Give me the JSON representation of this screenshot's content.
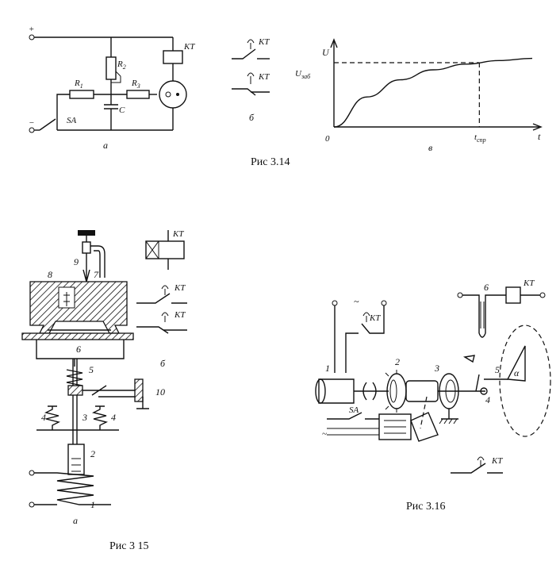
{
  "fig314": {
    "caption": "Рис 3.14",
    "plus": "+",
    "minus": "−",
    "kt": "KT",
    "r1": "R",
    "r1sub": "1",
    "r2": "R",
    "r2sub": "2",
    "r3": "R",
    "r3sub": "3",
    "c": "C",
    "sa": "SA",
    "sub_a": "а",
    "sub_b": "б",
    "sub_v": "в",
    "kt_contact1": "KT",
    "kt_contact2": "KT"
  },
  "chart_data": {
    "type": "line",
    "title": "",
    "xlabel": "t",
    "ylabel": "U",
    "y_threshold_label": "U",
    "y_threshold_sub": "заб",
    "x_marker_label": "t",
    "x_marker_sub": "спр",
    "origin_label": "0",
    "series": [
      {
        "values": [
          0,
          0.42,
          0.66,
          0.8,
          0.88,
          0.93,
          0.96
        ]
      }
    ],
    "x": [
      0,
      1,
      2,
      3,
      4,
      5,
      6
    ],
    "threshold": 0.9,
    "marker_x": 4.4
  },
  "fig315": {
    "caption": "Рис 3 15",
    "kt_coil": "KT",
    "kt_contact1": "KT",
    "kt_contact2": "KT",
    "sub_a": "а",
    "sub_b": "б",
    "n1": "1",
    "n2": "2",
    "n3": "3",
    "n4a": "4",
    "n4b": "4",
    "n5": "5",
    "n6": "6",
    "n7": "7",
    "n8": "8",
    "n9": "9",
    "n10": "10"
  },
  "fig316": {
    "caption": "Рис 3.16",
    "ac": "~",
    "kt_top": "KT",
    "kt_coil": "KT",
    "kt_contact": "KT",
    "sa": "SA",
    "ac2": "~",
    "n1": "1",
    "n2": "2",
    "n3": "3",
    "n4": "4",
    "n5": "5",
    "n6": "6",
    "alpha": "α"
  }
}
